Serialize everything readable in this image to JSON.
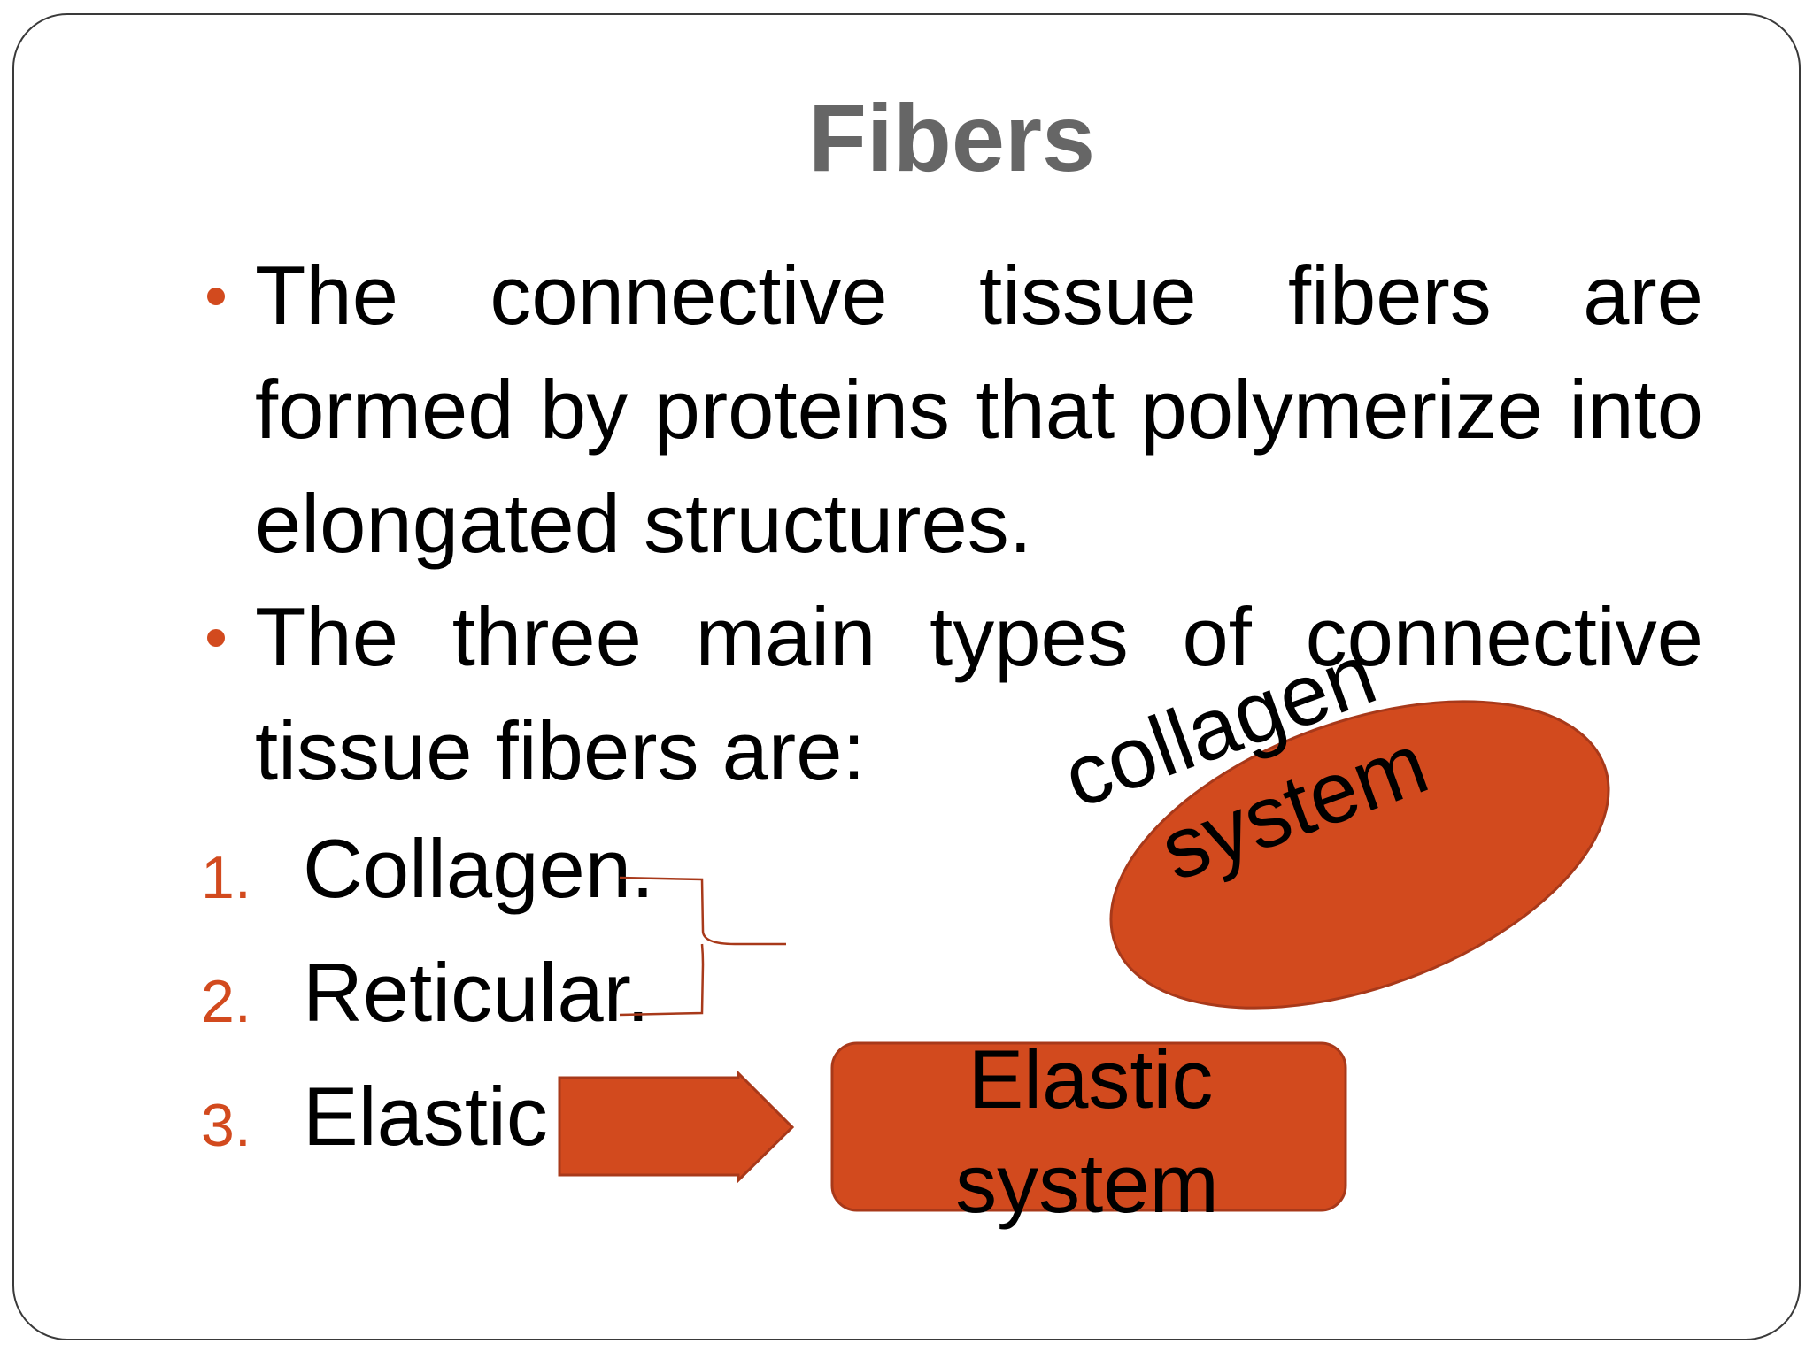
{
  "slide": {
    "title": "Fibers",
    "bullets": [
      "The connective tissue fibers are formed by proteins that polymerize into elongated structures.",
      "The three main types of connective tissue fibers are:"
    ],
    "list": [
      {
        "number": "1.",
        "text": "Collagen."
      },
      {
        "number": "2.",
        "text": "Reticular."
      },
      {
        "number": "3.",
        "text": "Elastic"
      }
    ],
    "callouts": {
      "collagen_line1": "collagen",
      "collagen_line2": "system",
      "elastic_line1": "Elastic",
      "elastic_line2": "system"
    },
    "colors": {
      "accent": "#d24a1e",
      "shape_fill": "#d24a1e",
      "shape_stroke": "#a8391a",
      "title": "#666666"
    }
  }
}
